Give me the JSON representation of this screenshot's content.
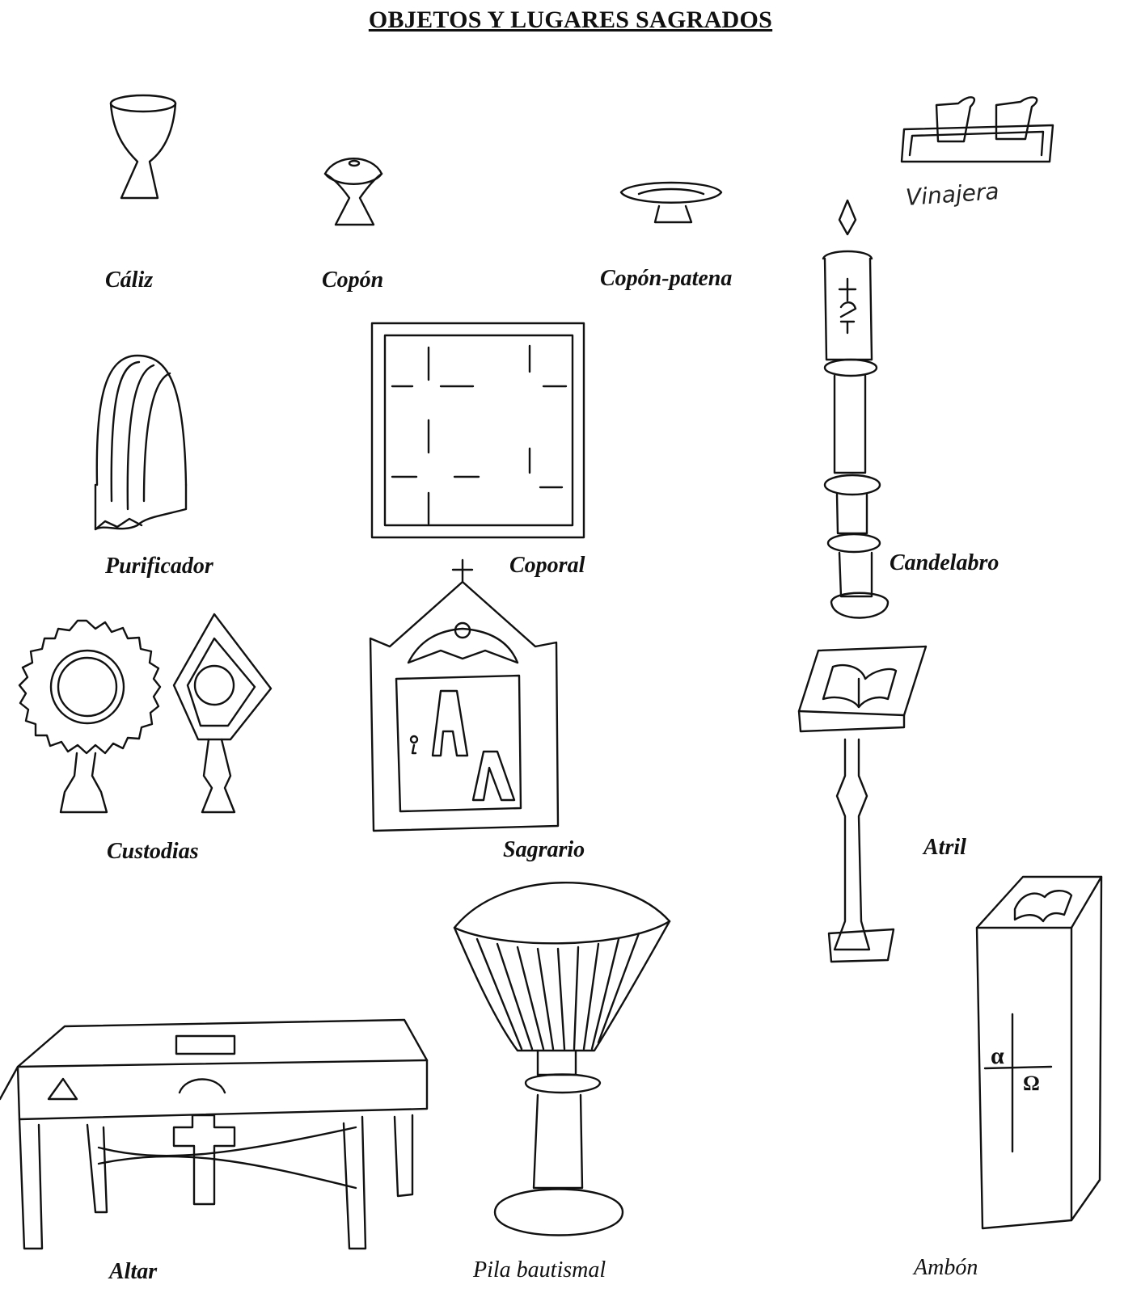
{
  "title": "OBJETOS Y LUGARES SAGRADOS",
  "items": {
    "caliz": "Cáliz",
    "copon": "Copón",
    "copon_patena": "Copón-patena",
    "vinajera": "Vinajera",
    "purificador": "Purificador",
    "coporal": "Coporal",
    "candelabro": "Candelabro",
    "custodias": "Custodias",
    "sagrario": "Sagrario",
    "atril": "Atril",
    "altar": "Altar",
    "pila_bautismal": "Pila bautismal",
    "ambon": "Ambón"
  },
  "symbols": {
    "alpha": "α",
    "omega": "Ω",
    "sagrario_letter": "A"
  }
}
